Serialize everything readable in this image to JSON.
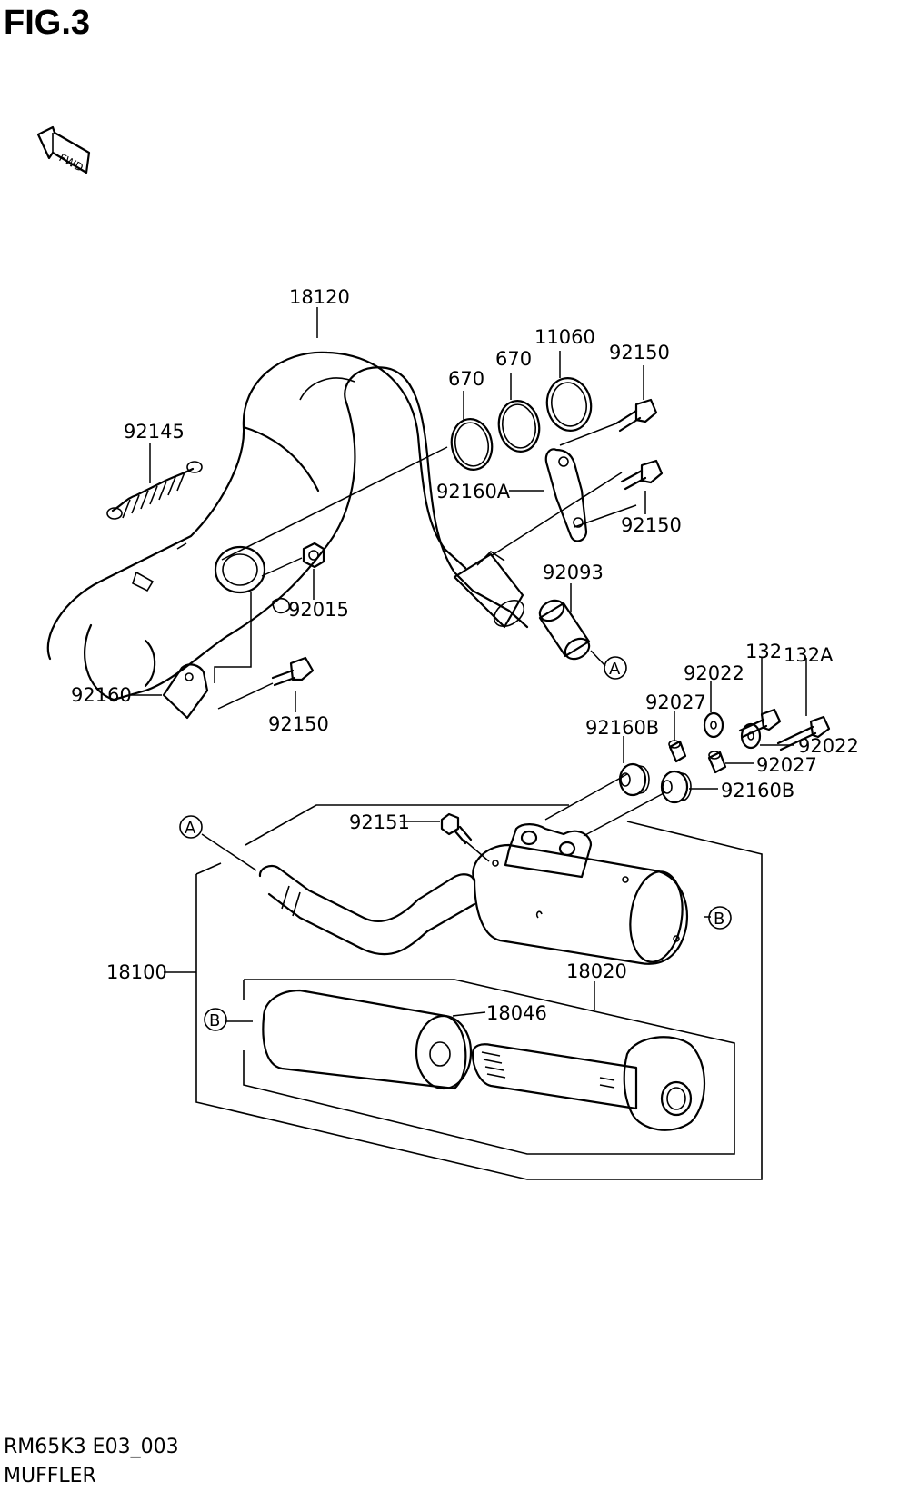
{
  "figure": {
    "title": "FIG.3",
    "fwd": "FWD",
    "model_code": "RM65K3 E03_003",
    "section": "MUFFLER"
  },
  "parts": {
    "p18120": "18120",
    "p670a": "670",
    "p670b": "670",
    "p11060": "11060",
    "p92150_top": "92150",
    "p92145": "92145",
    "p92160A": "92160A",
    "p92150_mid": "92150",
    "p92093": "92093",
    "p92015": "92015",
    "p92160": "92160",
    "p92150_low": "92150",
    "p132": "132",
    "p132A": "132A",
    "p92022_a": "92022",
    "p92027_a": "92027",
    "p92160B_a": "92160B",
    "p92022_b": "92022",
    "p92027_b": "92027",
    "p92160B_b": "92160B",
    "p92151": "92151",
    "p18100": "18100",
    "p18020": "18020",
    "p18046": "18046"
  },
  "refs": {
    "a1": "A",
    "a2": "A",
    "b1": "B",
    "b2": "B"
  }
}
